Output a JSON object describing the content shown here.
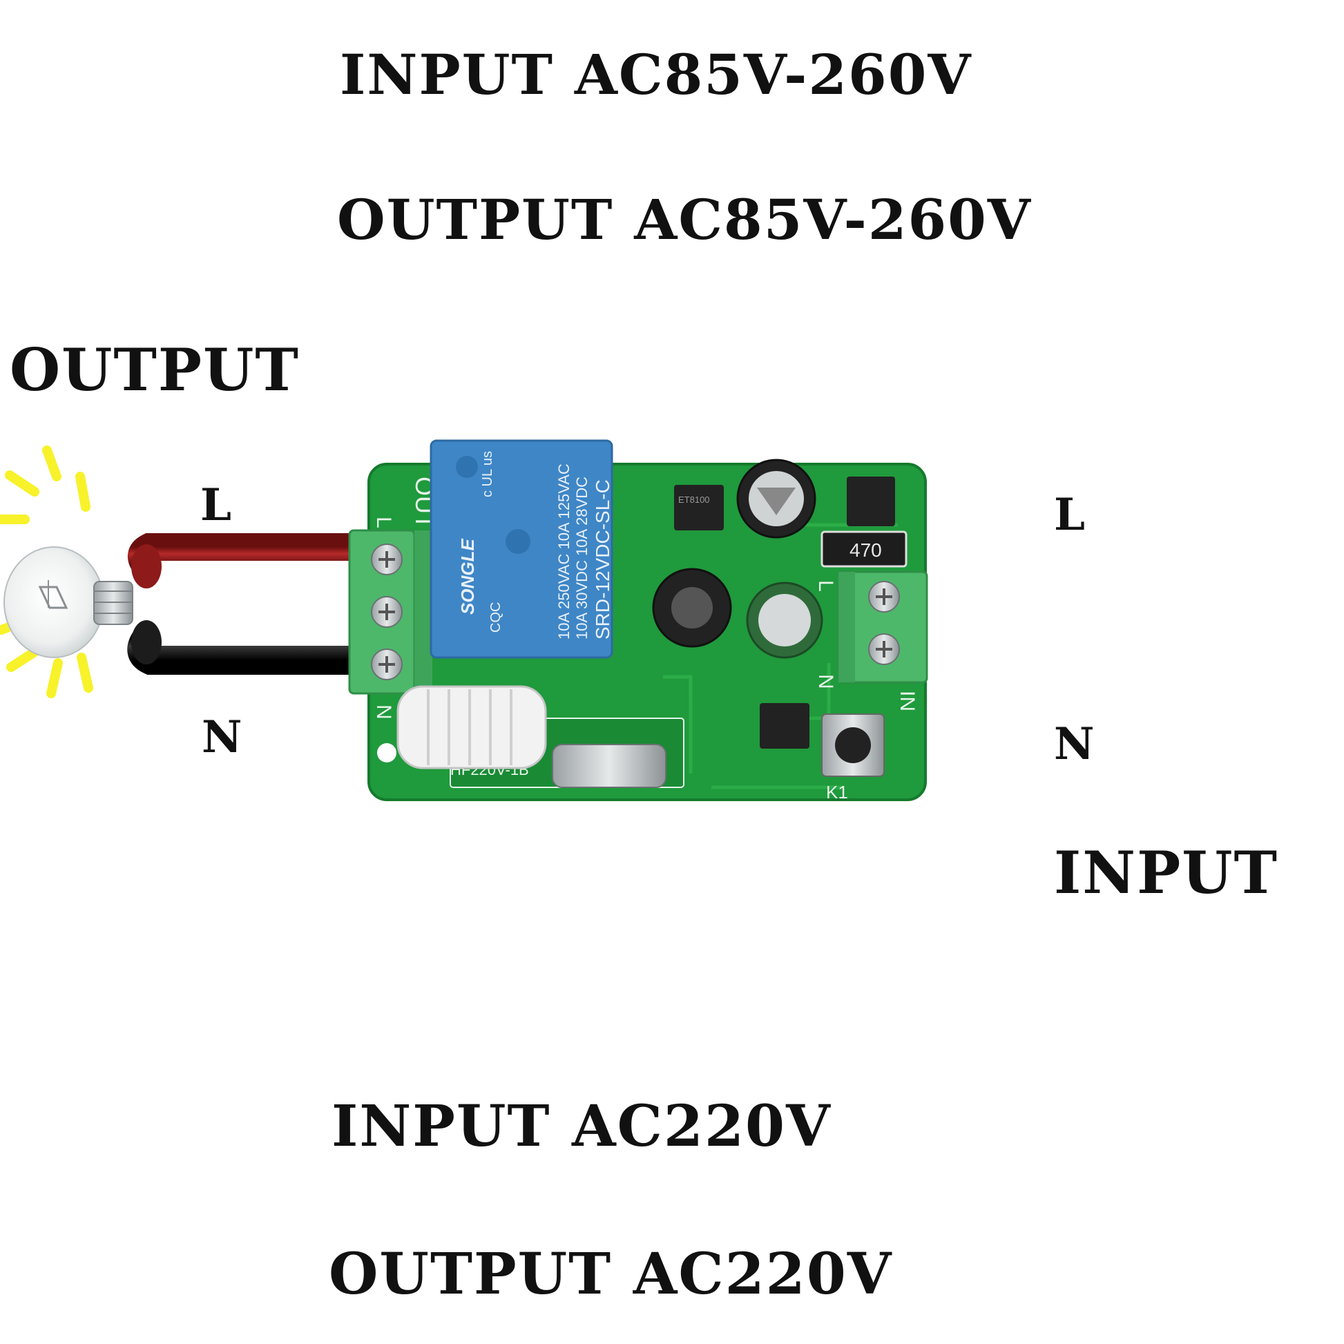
{
  "labels": {
    "spec_input_top": "INPUT AC85V-260V",
    "spec_output_top": "OUTPUT AC85V-260V",
    "output_heading": "OUTPUT",
    "input_heading": "INPUT",
    "left_l": "L",
    "left_n": "N",
    "right_l": "L",
    "right_n": "N",
    "spec_input_bottom": "INPUT AC220V",
    "spec_output_bottom": "OUTPUT AC220V"
  },
  "board": {
    "silkscreen_out": "OUT",
    "silkscreen_in": "IN",
    "out_l": "L",
    "out_n": "N",
    "in_l": "L",
    "in_n": "N",
    "button_label": "K1",
    "module_label": "HF220V-1B",
    "resistor_label": "470",
    "relay": {
      "brand": "SONGLE",
      "rating_1": "10A 250VAC  10A 125VAC",
      "rating_2": "10A  30VDC  10A  28VDC",
      "model": "SRD-12VDC-SL-C",
      "cert_cqc": "CQC",
      "cert_ul": "c UL us"
    },
    "chip_label": "ET8100"
  },
  "colors": {
    "pcb": "#1f9a3c",
    "relay": "#3f86c6",
    "terminal": "#4db86a",
    "wire_live": "#8e1a1a",
    "wire_neutral": "#1c1c1c",
    "glow": "#f7f22a"
  }
}
